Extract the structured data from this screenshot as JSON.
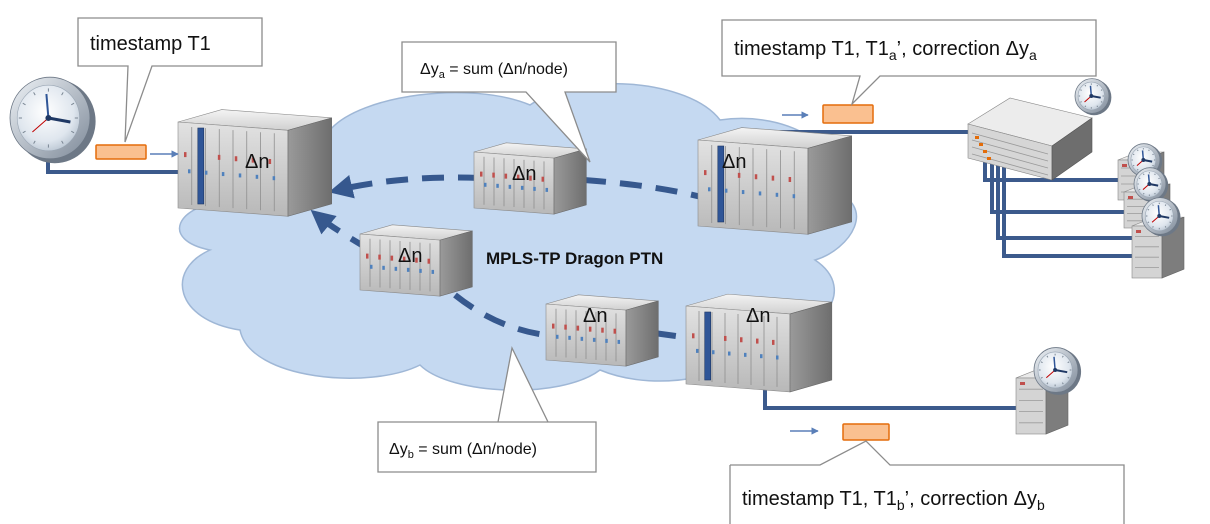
{
  "network": {
    "label": "MPLS-TP Dragon PTN",
    "node_label": "Δn"
  },
  "callouts": {
    "master": {
      "text": "timestamp T1"
    },
    "path_a": {
      "prefix": "Δy",
      "sub": "a",
      "suffix": " = sum (Δn/node)"
    },
    "path_b": {
      "prefix": "Δy",
      "sub": "b",
      "suffix": " = sum (Δn/node)"
    },
    "slave_a": {
      "text1": "timestamp T1, T1",
      "sub1": "a",
      "text2": "’, correction Δy",
      "sub2": "a"
    },
    "slave_b": {
      "text1": "timestamp T1, T1",
      "sub1": "b",
      "text2": "’, correction Δy",
      "sub2": "b"
    }
  },
  "colors": {
    "cloud": "#c5d9f1",
    "cloud_stroke": "#9fb7d6",
    "link": "#3c5a8c",
    "arrow": "#36588e",
    "packet": "#fac090",
    "packet_stroke": "#e46c0a",
    "callout_stroke": "#8c8c8c"
  }
}
